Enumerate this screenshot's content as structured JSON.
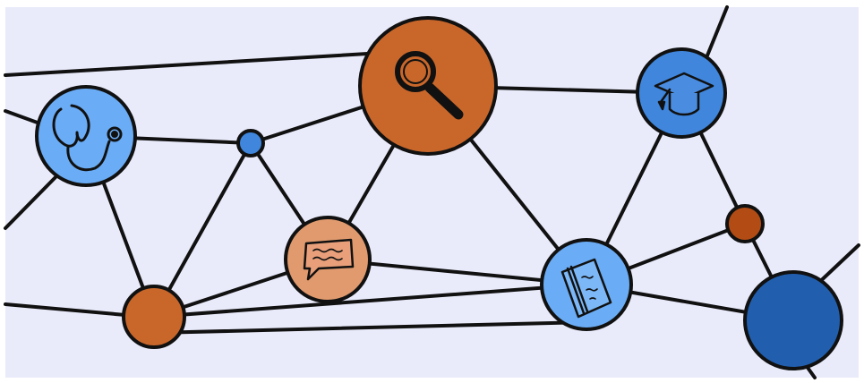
{
  "diagram": {
    "type": "network",
    "colors": {
      "background": "#e9ebfb",
      "frame": "#ffffff",
      "edge": "#111111",
      "light_blue": "#6aacf5",
      "mid_blue": "#3f86dc",
      "dark_blue": "#215fae",
      "orange": "#c9672b",
      "light_orange": "#e09a6e",
      "dark_orange": "#b24c14"
    },
    "nodes": [
      {
        "id": "health",
        "icon": "stethoscope-icon",
        "color": "light_blue"
      },
      {
        "id": "small-blue",
        "icon": "",
        "color": "mid_blue"
      },
      {
        "id": "search",
        "icon": "magnifying-glass-icon",
        "color": "orange"
      },
      {
        "id": "education",
        "icon": "graduation-cap-icon",
        "color": "mid_blue"
      },
      {
        "id": "chat",
        "icon": "speech-bubble-icon",
        "color": "light_orange"
      },
      {
        "id": "left-orange",
        "icon": "",
        "color": "orange"
      },
      {
        "id": "notebook",
        "icon": "notebook-icon",
        "color": "light_blue"
      },
      {
        "id": "small-orange",
        "icon": "",
        "color": "dark_orange"
      },
      {
        "id": "big-blue",
        "icon": "",
        "color": "dark_blue"
      }
    ],
    "edges": [
      [
        "health",
        "small-blue"
      ],
      [
        "small-blue",
        "search"
      ],
      [
        "small-blue",
        "chat"
      ],
      [
        "small-blue",
        "left-orange"
      ],
      [
        "health",
        "left-orange"
      ],
      [
        "search",
        "chat"
      ],
      [
        "search",
        "education"
      ],
      [
        "search",
        "notebook"
      ],
      [
        "chat",
        "left-orange"
      ],
      [
        "chat",
        "notebook"
      ],
      [
        "left-orange",
        "notebook"
      ],
      [
        "education",
        "notebook"
      ],
      [
        "education",
        "small-orange"
      ],
      [
        "notebook",
        "small-orange"
      ],
      [
        "notebook",
        "big-blue"
      ],
      [
        "small-orange",
        "big-blue"
      ]
    ]
  }
}
